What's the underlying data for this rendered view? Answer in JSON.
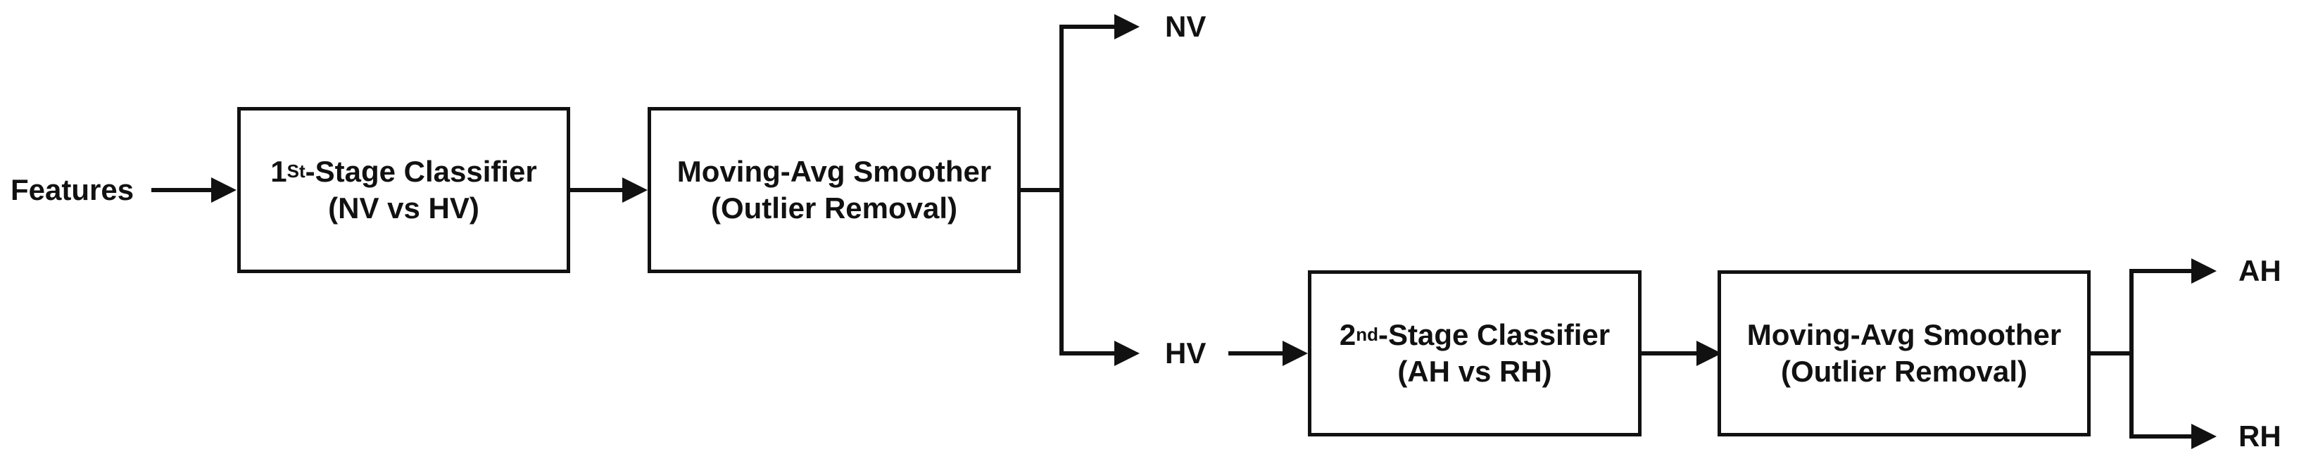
{
  "input": {
    "label": "Features"
  },
  "stage1": {
    "prefix": "1",
    "superscript": "St",
    "title_rest": "-Stage Classifier",
    "subtitle": "(NV vs HV)"
  },
  "smoother1": {
    "title": "Moving-Avg Smoother",
    "subtitle": "(Outlier Removal)"
  },
  "outputs1": {
    "top": "NV",
    "bottom": "HV"
  },
  "stage2": {
    "prefix": "2",
    "superscript": "nd",
    "title_rest": "-Stage Classifier",
    "subtitle": "(AH vs RH)"
  },
  "smoother2": {
    "title": "Moving-Avg Smoother",
    "subtitle": "(Outlier Removal)"
  },
  "outputs2": {
    "top": "AH",
    "bottom": "RH"
  },
  "colors": {
    "stroke": "#111111",
    "background": "#ffffff"
  }
}
